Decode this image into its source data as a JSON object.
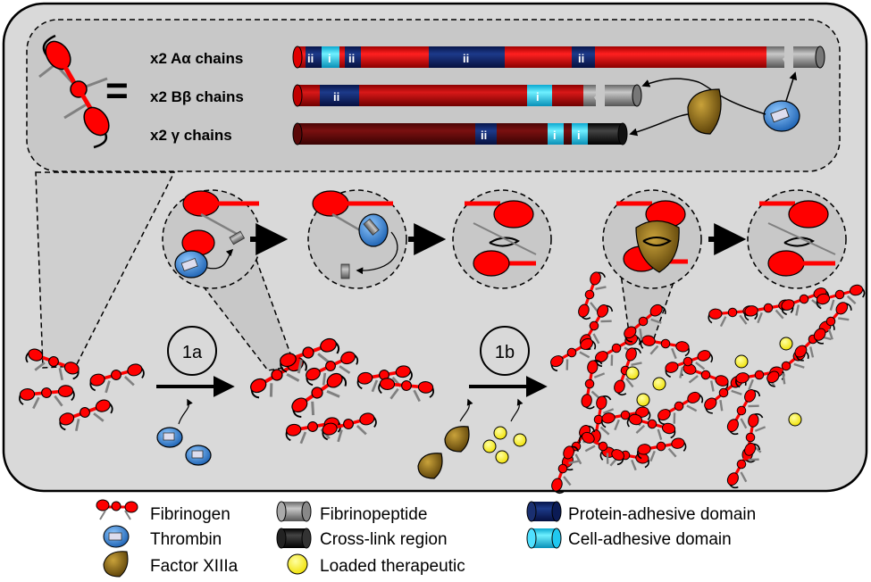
{
  "header": {
    "equals_sign": "=",
    "chains": [
      {
        "label": "x2 Aα chains"
      },
      {
        "label": "x2 Bβ chains"
      },
      {
        "label": "x2 γ chains"
      }
    ],
    "domain_marks": {
      "protein_adhesive": "ii",
      "cell_adhesive": "i"
    }
  },
  "steps": [
    {
      "label": "1a"
    },
    {
      "label": "1b"
    }
  ],
  "legend": [
    {
      "label": "Fibrinogen",
      "icon": "fibrinogen-icon"
    },
    {
      "label": "Thrombin",
      "icon": "thrombin-icon"
    },
    {
      "label": "Factor XIIIa",
      "icon": "factor-xiiia-icon"
    },
    {
      "label": "Fibrinopeptide",
      "icon": "fibrinopeptide-icon"
    },
    {
      "label": "Cross-link region",
      "icon": "cross-link-icon"
    },
    {
      "label": "Loaded therapeutic",
      "icon": "therapeutic-icon"
    },
    {
      "label": "Protein-adhesive domain",
      "icon": "protein-adhesive-icon"
    },
    {
      "label": "Cell-adhesive domain",
      "icon": "cell-adhesive-icon"
    }
  ],
  "colors": {
    "panel": "#d9d9d9",
    "fibrinogen": "#ff0000",
    "a_alpha": "#ee1111",
    "b_beta": "#cc1515",
    "gamma": "#6b0a0a",
    "protein_adhesive": "#102a6e",
    "cell_adhesive": "#33e0ff",
    "fibrinopeptide": "#9a9a9a",
    "cross_link": "#111111",
    "thrombin": "#2d7fd3",
    "factor_xiiia": "#8a6a10",
    "therapeutic": "#ffff00"
  }
}
